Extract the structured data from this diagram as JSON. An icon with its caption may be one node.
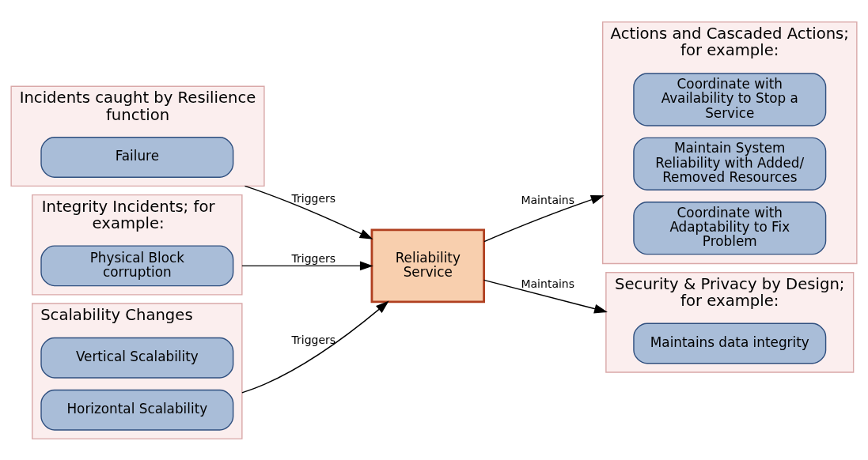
{
  "diagram": {
    "nodes": [
      {
        "text": [
          "Incidents caught by Resilience function"
        ]
      },
      {
        "text": [
          "Failure"
        ],
        "in": 0
      },
      {
        "text": [
          "Integrity Incidents; for example:"
        ]
      },
      {
        "text": [
          "Physical Block corruption"
        ],
        "in": 2
      },
      {
        "text": [
          "Scalability Changes"
        ]
      },
      {
        "text": [
          "Vertical Scalability"
        ],
        "in": 4
      },
      {
        "text": [
          "Horizontal Scalability"
        ],
        "in": 4
      },
      {
        "text": [
          "Reliability Service"
        ]
      },
      {
        "text": [
          "Actions and Cascaded Actions; for example:"
        ]
      },
      {
        "text": [
          "Coordinate with Availability to Stop a Service"
        ],
        "in": 8
      },
      {
        "text": [
          "Maintain System Reliability with Added/ Removed Resources"
        ],
        "in": 8
      },
      {
        "text": [
          "Coordinate with Adaptability to Fix Problem"
        ],
        "in": 8
      },
      {
        "text": [
          "Security & Privacy by Design; for example:"
        ]
      },
      {
        "text": [
          "Maintains data integrity"
        ],
        "in": 12
      }
    ],
    "edges": [
      {
        "from": 0,
        "to": 7,
        "arrow": "to",
        "label": "Triggers"
      },
      {
        "from": 2,
        "to": 7,
        "arrow": "to",
        "label": "Triggers"
      },
      {
        "from": 4,
        "to": 7,
        "arrow": "to",
        "label": "Triggers"
      },
      {
        "from": 7,
        "to": 8,
        "arrow": "to",
        "label": "Maintains"
      },
      {
        "from": 7,
        "to": 12,
        "arrow": "to",
        "label": "Maintains"
      }
    ]
  }
}
